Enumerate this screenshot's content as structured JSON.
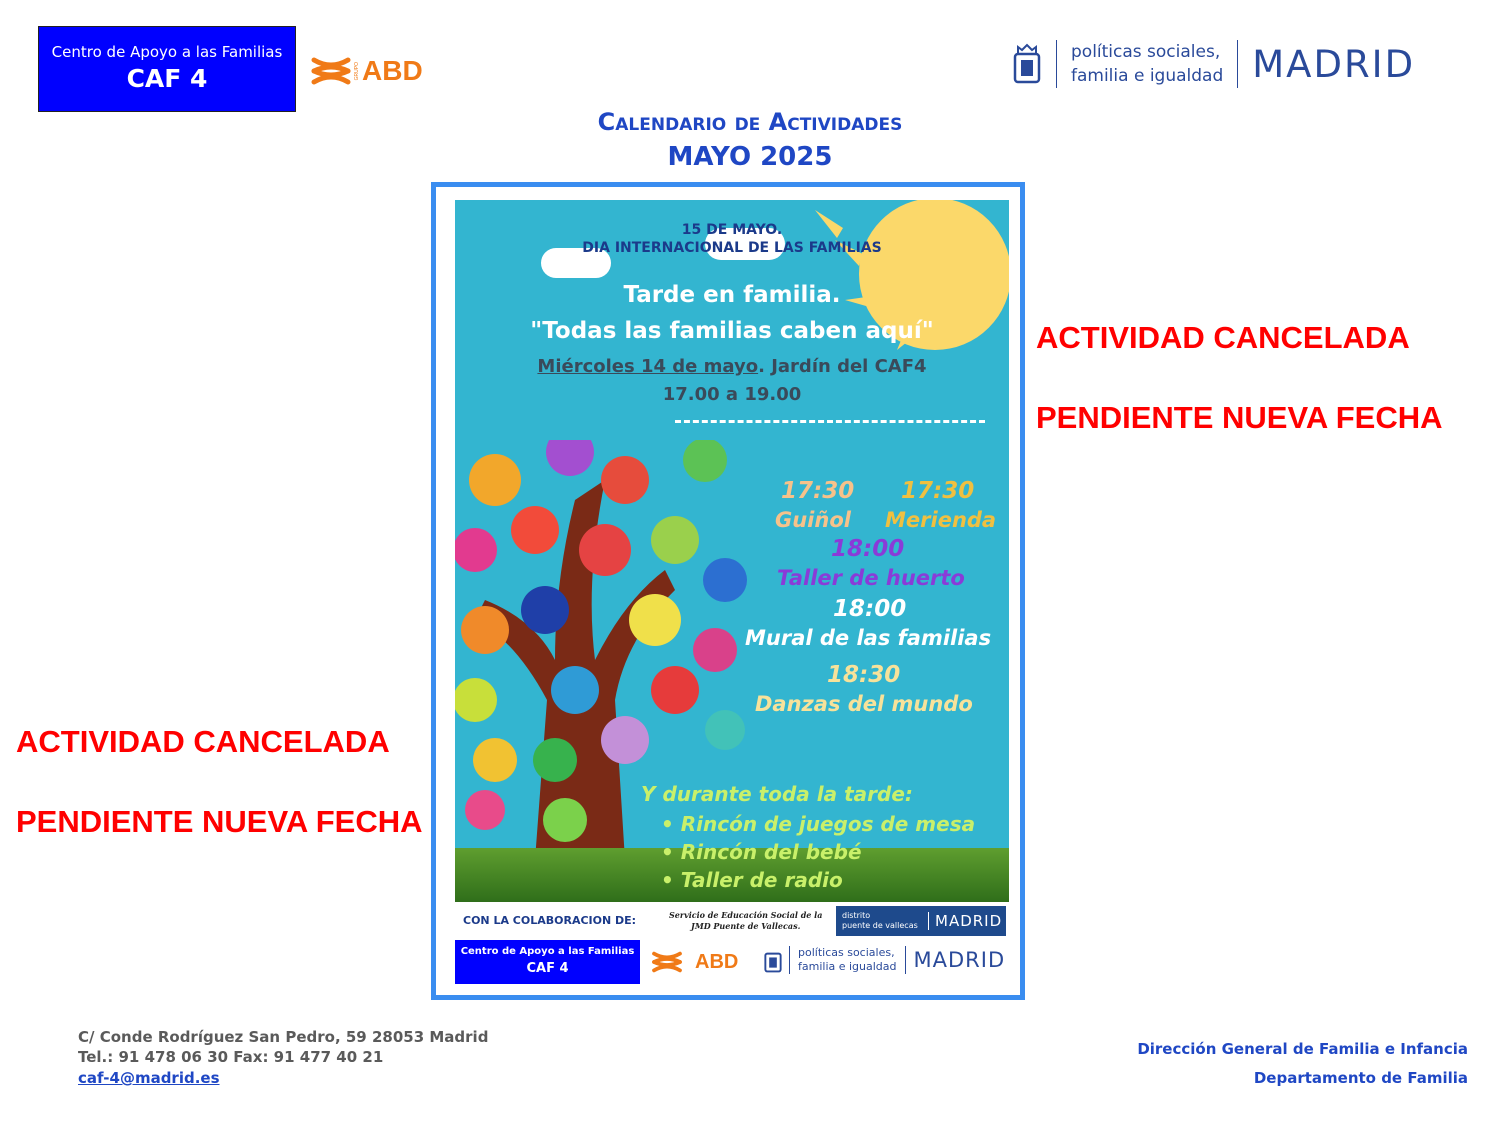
{
  "header": {
    "caf_line1": "Centro de Apoyo a las Familias",
    "caf_line2": "CAF 4",
    "abd_grupo": "GRUPO",
    "abd": "ABD",
    "madrid_pol1": "políticas sociales,",
    "madrid_pol2": "familia e igualdad",
    "madrid": "MADRID"
  },
  "title": {
    "line1": "Calendario de Actividades",
    "line2": "MAYO 2025"
  },
  "poster": {
    "date_line": "15 DE MAYO.",
    "day_line": "DIA INTERNACIONAL DE LAS FAMILIAS",
    "headline1": "Tarde en familia.",
    "headline2": "\"Todas las familias caben aquí\"",
    "when_day": "Miércoles 14 de  mayo",
    "when_place": ". Jardín del CAF4",
    "when_time": "17.00 a 19.00",
    "schedule": [
      {
        "time": "17:30",
        "activity": "Guiñol"
      },
      {
        "time": "17:30",
        "activity": "Merienda"
      },
      {
        "time": "18:00",
        "activity": "Taller de huerto"
      },
      {
        "time": "18:00",
        "activity": "Mural de las familias"
      },
      {
        "time": "18:30",
        "activity": "Danzas del mundo"
      }
    ],
    "all_afternoon": "Y durante toda la tarde:",
    "corners": [
      "Rincón de juegos de mesa",
      "Rincón del bebé",
      "Taller de radio"
    ],
    "collab_label": "CON LA COLABORACION DE:",
    "collab_service1": "Servicio de Educación Social de la",
    "collab_service2": "JMD Puente de Vallecas.",
    "distrito1": "distrito",
    "distrito2": "puente de vallecas",
    "distrito_madrid": "MADRID",
    "caf_line1": "Centro de Apoyo a las Familias",
    "caf_line2": "CAF 4",
    "abd": "ABD",
    "pol1": "políticas sociales,",
    "pol2": "familia e igualdad",
    "madrid": "MADRID"
  },
  "notices": {
    "right_cancel": "ACTIVIDAD CANCELADA",
    "right_pending": "PENDIENTE NUEVA FECHA",
    "left_cancel": "ACTIVIDAD CANCELADA",
    "left_pending": "PENDIENTE NUEVA FECHA"
  },
  "footer": {
    "address": "C/ Conde Rodríguez San Pedro, 59  28053 Madrid",
    "phone": "Tel.: 91 478 06 30 Fax: 91 477 40 21",
    "email": "caf-4@madrid.es",
    "dept1": "Dirección General de Familia e Infancia",
    "dept2": "Departamento de Familia"
  },
  "colors": {
    "blue": "#0000ff",
    "title_blue": "#1f47c4",
    "red": "#ff0000",
    "orange": "#f07a17",
    "poster_bg": "#33b5d0"
  }
}
